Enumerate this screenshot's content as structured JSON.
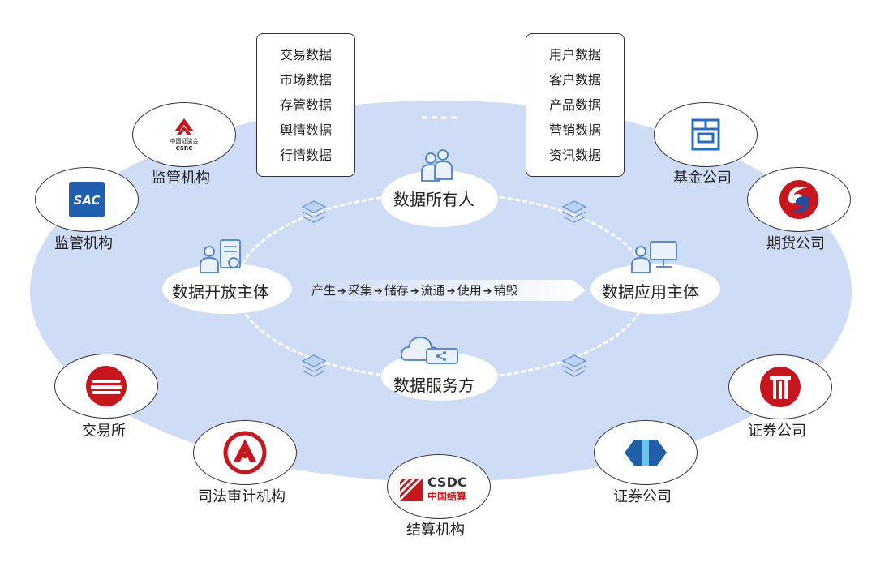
{
  "left_card": [
    "交易数据",
    "市场数据",
    "存管数据",
    "舆情数据",
    "行情数据"
  ],
  "right_card": [
    "用户数据",
    "客户数据",
    "产品数据",
    "营销数据",
    "资讯数据"
  ],
  "center": {
    "owner": "数据所有人",
    "open_subject": "数据开放主体",
    "app_subject": "数据应用主体",
    "service": "数据服务方"
  },
  "flow_steps": [
    "产生",
    "采集",
    "储存",
    "流通",
    "使用",
    "销毁"
  ],
  "orgs": {
    "csrc": {
      "label": "监管机构",
      "logo_cn": "中国证监会",
      "logo_en": "CSRC"
    },
    "sac": {
      "label": "监管机构",
      "logo_text": "SAC"
    },
    "exchange": {
      "label": "交易所"
    },
    "judicial": {
      "label": "司法审计机构"
    },
    "clearing": {
      "label": "结算机构",
      "logo_en": "CSDC",
      "logo_cn": "中国结算"
    },
    "securities_a": {
      "label": "证券公司"
    },
    "securities_b": {
      "label": "证券公司"
    },
    "futures": {
      "label": "期货公司"
    },
    "fund": {
      "label": "基金公司"
    }
  },
  "colors": {
    "ellipse": "#cfdcf5",
    "csrc_red": "#c8161d",
    "sac_blue": "#1f5fae",
    "fund_blue": "#1e6fd0",
    "icon_blue": "#5b8fd6"
  }
}
